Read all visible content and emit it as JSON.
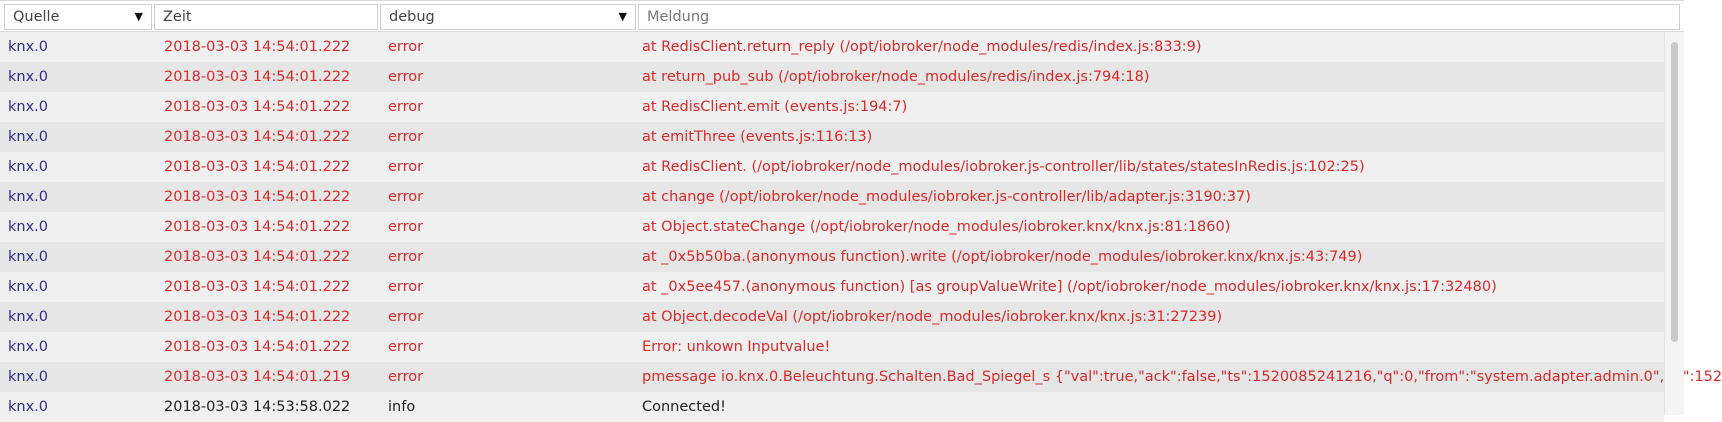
{
  "header": {
    "source_filter": "Quelle",
    "time_filter": "Zeit",
    "level_filter": "debug",
    "message_placeholder": "Meldung"
  },
  "icons": {
    "dropdown": "caret-down-icon"
  },
  "colors": {
    "error": "#d92a2a",
    "source": "#2f2c8c",
    "info": "#222222"
  },
  "rows": [
    {
      "source": "knx.0",
      "time": "2018-03-03 14:54:01.222",
      "level": "error",
      "message": "at RedisClient.return_reply (/opt/iobroker/node_modules/redis/index.js:833:9)"
    },
    {
      "source": "knx.0",
      "time": "2018-03-03 14:54:01.222",
      "level": "error",
      "message": "at return_pub_sub (/opt/iobroker/node_modules/redis/index.js:794:18)"
    },
    {
      "source": "knx.0",
      "time": "2018-03-03 14:54:01.222",
      "level": "error",
      "message": "at RedisClient.emit (events.js:194:7)"
    },
    {
      "source": "knx.0",
      "time": "2018-03-03 14:54:01.222",
      "level": "error",
      "message": "at emitThree (events.js:116:13)"
    },
    {
      "source": "knx.0",
      "time": "2018-03-03 14:54:01.222",
      "level": "error",
      "message": "at RedisClient. (/opt/iobroker/node_modules/iobroker.js-controller/lib/states/statesInRedis.js:102:25)"
    },
    {
      "source": "knx.0",
      "time": "2018-03-03 14:54:01.222",
      "level": "error",
      "message": "at change (/opt/iobroker/node_modules/iobroker.js-controller/lib/adapter.js:3190:37)"
    },
    {
      "source": "knx.0",
      "time": "2018-03-03 14:54:01.222",
      "level": "error",
      "message": "at Object.stateChange (/opt/iobroker/node_modules/iobroker.knx/knx.js:81:1860)"
    },
    {
      "source": "knx.0",
      "time": "2018-03-03 14:54:01.222",
      "level": "error",
      "message": "at _0x5b50ba.(anonymous function).write (/opt/iobroker/node_modules/iobroker.knx/knx.js:43:749)"
    },
    {
      "source": "knx.0",
      "time": "2018-03-03 14:54:01.222",
      "level": "error",
      "message": "at _0x5ee457.(anonymous function) [as groupValueWrite] (/opt/iobroker/node_modules/iobroker.knx/knx.js:17:32480)"
    },
    {
      "source": "knx.0",
      "time": "2018-03-03 14:54:01.222",
      "level": "error",
      "message": "at Object.decodeVal (/opt/iobroker/node_modules/iobroker.knx/knx.js:31:27239)"
    },
    {
      "source": "knx.0",
      "time": "2018-03-03 14:54:01.222",
      "level": "error",
      "message": "Error: unkown Inputvalue!"
    },
    {
      "source": "knx.0",
      "time": "2018-03-03 14:54:01.219",
      "level": "error",
      "message": "pmessage io.knx.0.Beleuchtung.Schalten.Bad_Spiegel_s {\"val\":true,\"ack\":false,\"ts\":1520085241216,\"q\":0,\"from\":\"system.adapter.admin.0\",\"lc\":152"
    },
    {
      "source": "knx.0",
      "time": "2018-03-03 14:53:58.022",
      "level": "info",
      "message": "Connected!"
    }
  ]
}
